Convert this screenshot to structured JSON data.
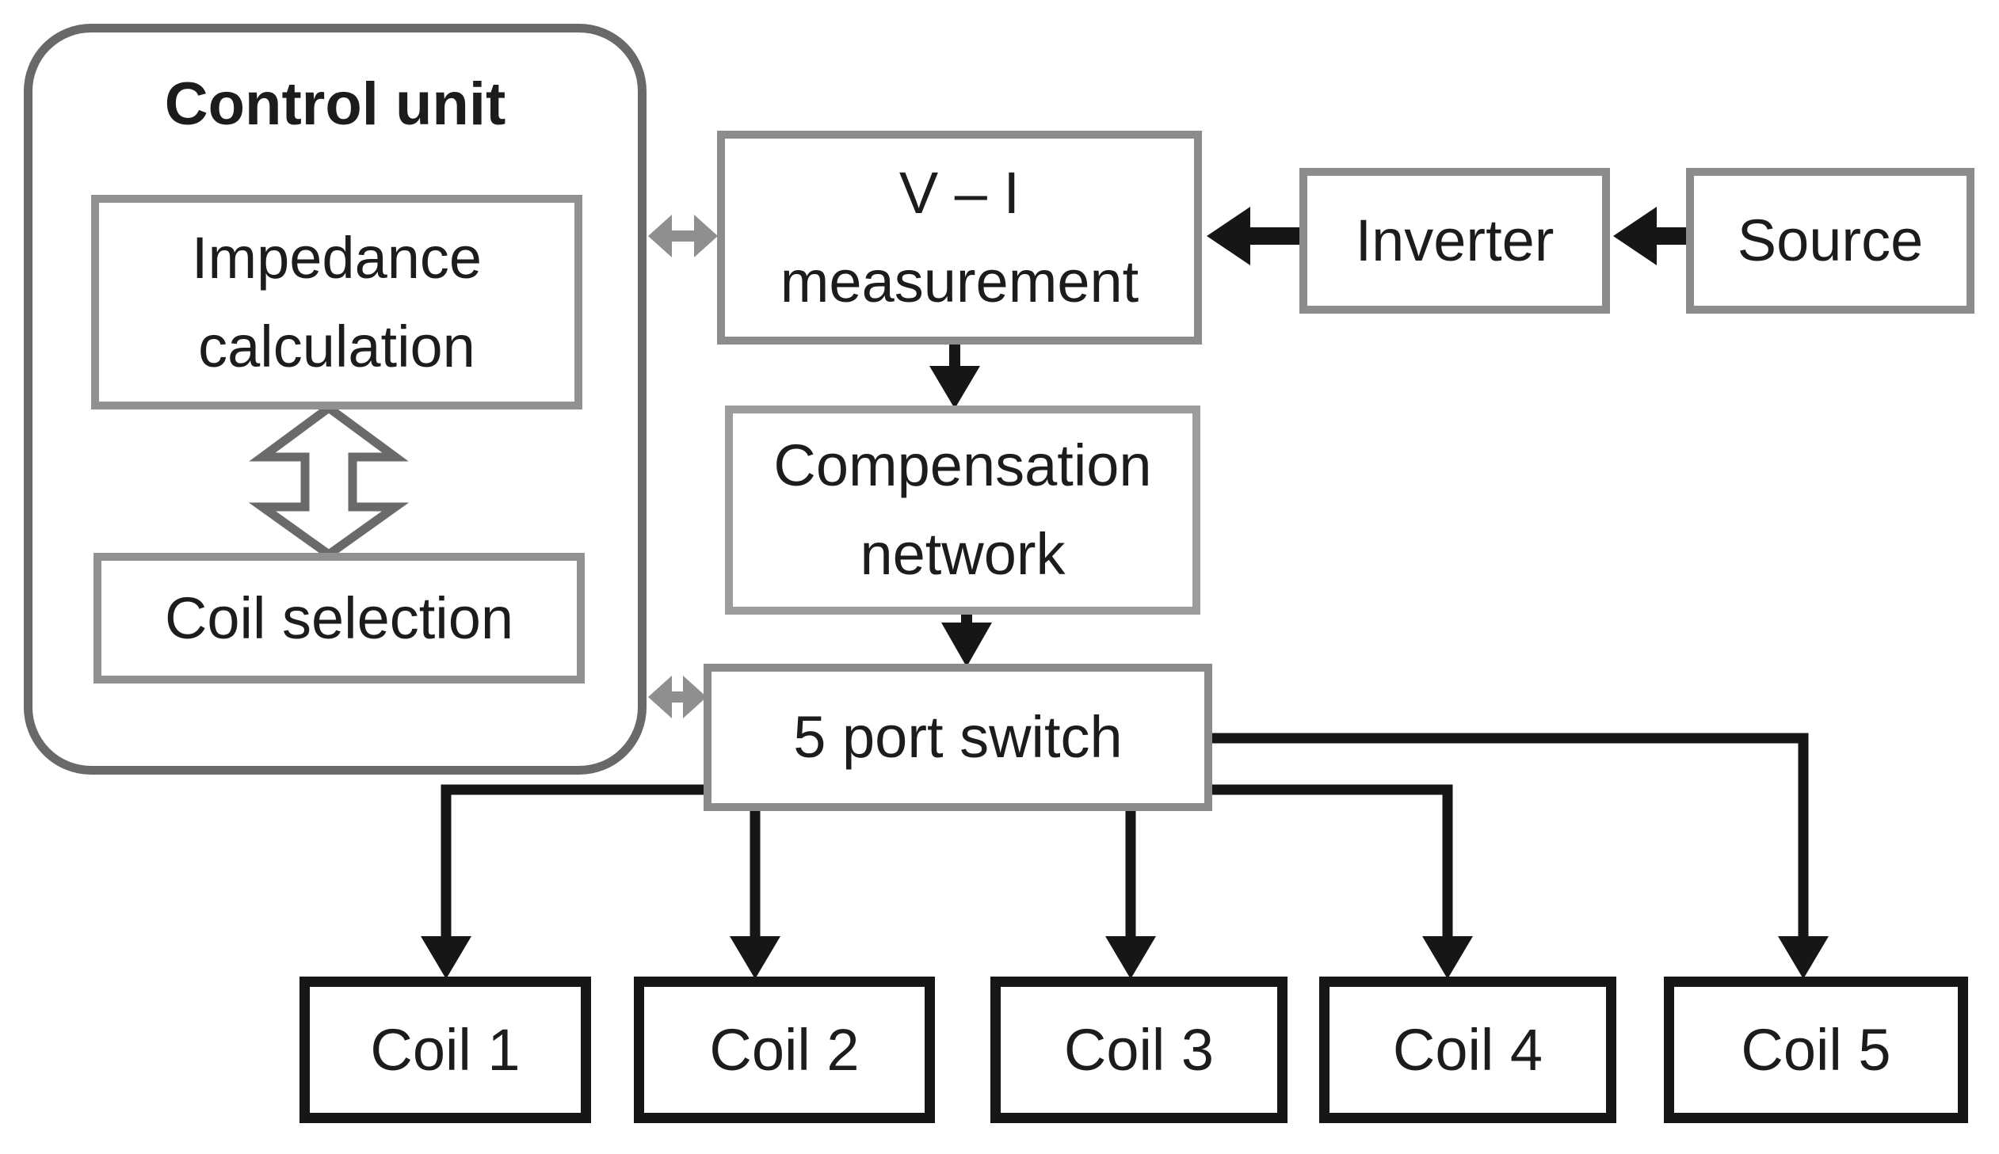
{
  "colors": {
    "outer-border": "#696969",
    "box-border": "#919191",
    "line-black": "#161616",
    "gray-arrow": "#8f8f8f",
    "text": "#1c1c1c",
    "background": "#ffffff"
  },
  "control_unit": {
    "title": "Control unit"
  },
  "nodes": {
    "impedance": {
      "label": "Impedance\ncalculation"
    },
    "coil_selection": {
      "label": "Coil selection"
    },
    "vi_measurement": {
      "label": "V – I\nmeasurement"
    },
    "inverter": {
      "label": "Inverter"
    },
    "source": {
      "label": "Source"
    },
    "compensation": {
      "label": "Compensation\nnetwork"
    },
    "port_switch": {
      "label": "5 port switch"
    }
  },
  "coils": [
    "Coil 1",
    "Coil 2",
    "Coil 3",
    "Coil 4",
    "Coil 5"
  ],
  "connectors": [
    {
      "from": "source",
      "to": "inverter",
      "style": "thick-black-arrow",
      "direction": "left"
    },
    {
      "from": "inverter",
      "to": "vi_measurement",
      "style": "thick-black-arrow",
      "direction": "left"
    },
    {
      "from": "vi_measurement",
      "to": "compensation",
      "style": "black-arrow",
      "direction": "down"
    },
    {
      "from": "compensation",
      "to": "port_switch",
      "style": "black-arrow",
      "direction": "down"
    },
    {
      "from": "control_unit",
      "to": "vi_measurement",
      "style": "gray-double-arrow",
      "direction": "both"
    },
    {
      "from": "control_unit",
      "to": "port_switch",
      "style": "gray-double-arrow",
      "direction": "both"
    },
    {
      "from": "impedance",
      "to": "coil_selection",
      "style": "hollow-double-arrow",
      "direction": "both"
    },
    {
      "from": "port_switch",
      "to": "coil_1",
      "style": "black-arrow",
      "direction": "down"
    },
    {
      "from": "port_switch",
      "to": "coil_2",
      "style": "black-arrow",
      "direction": "down"
    },
    {
      "from": "port_switch",
      "to": "coil_3",
      "style": "black-arrow",
      "direction": "down"
    },
    {
      "from": "port_switch",
      "to": "coil_4",
      "style": "black-arrow",
      "direction": "down"
    },
    {
      "from": "port_switch",
      "to": "coil_5",
      "style": "black-arrow",
      "direction": "down"
    }
  ]
}
